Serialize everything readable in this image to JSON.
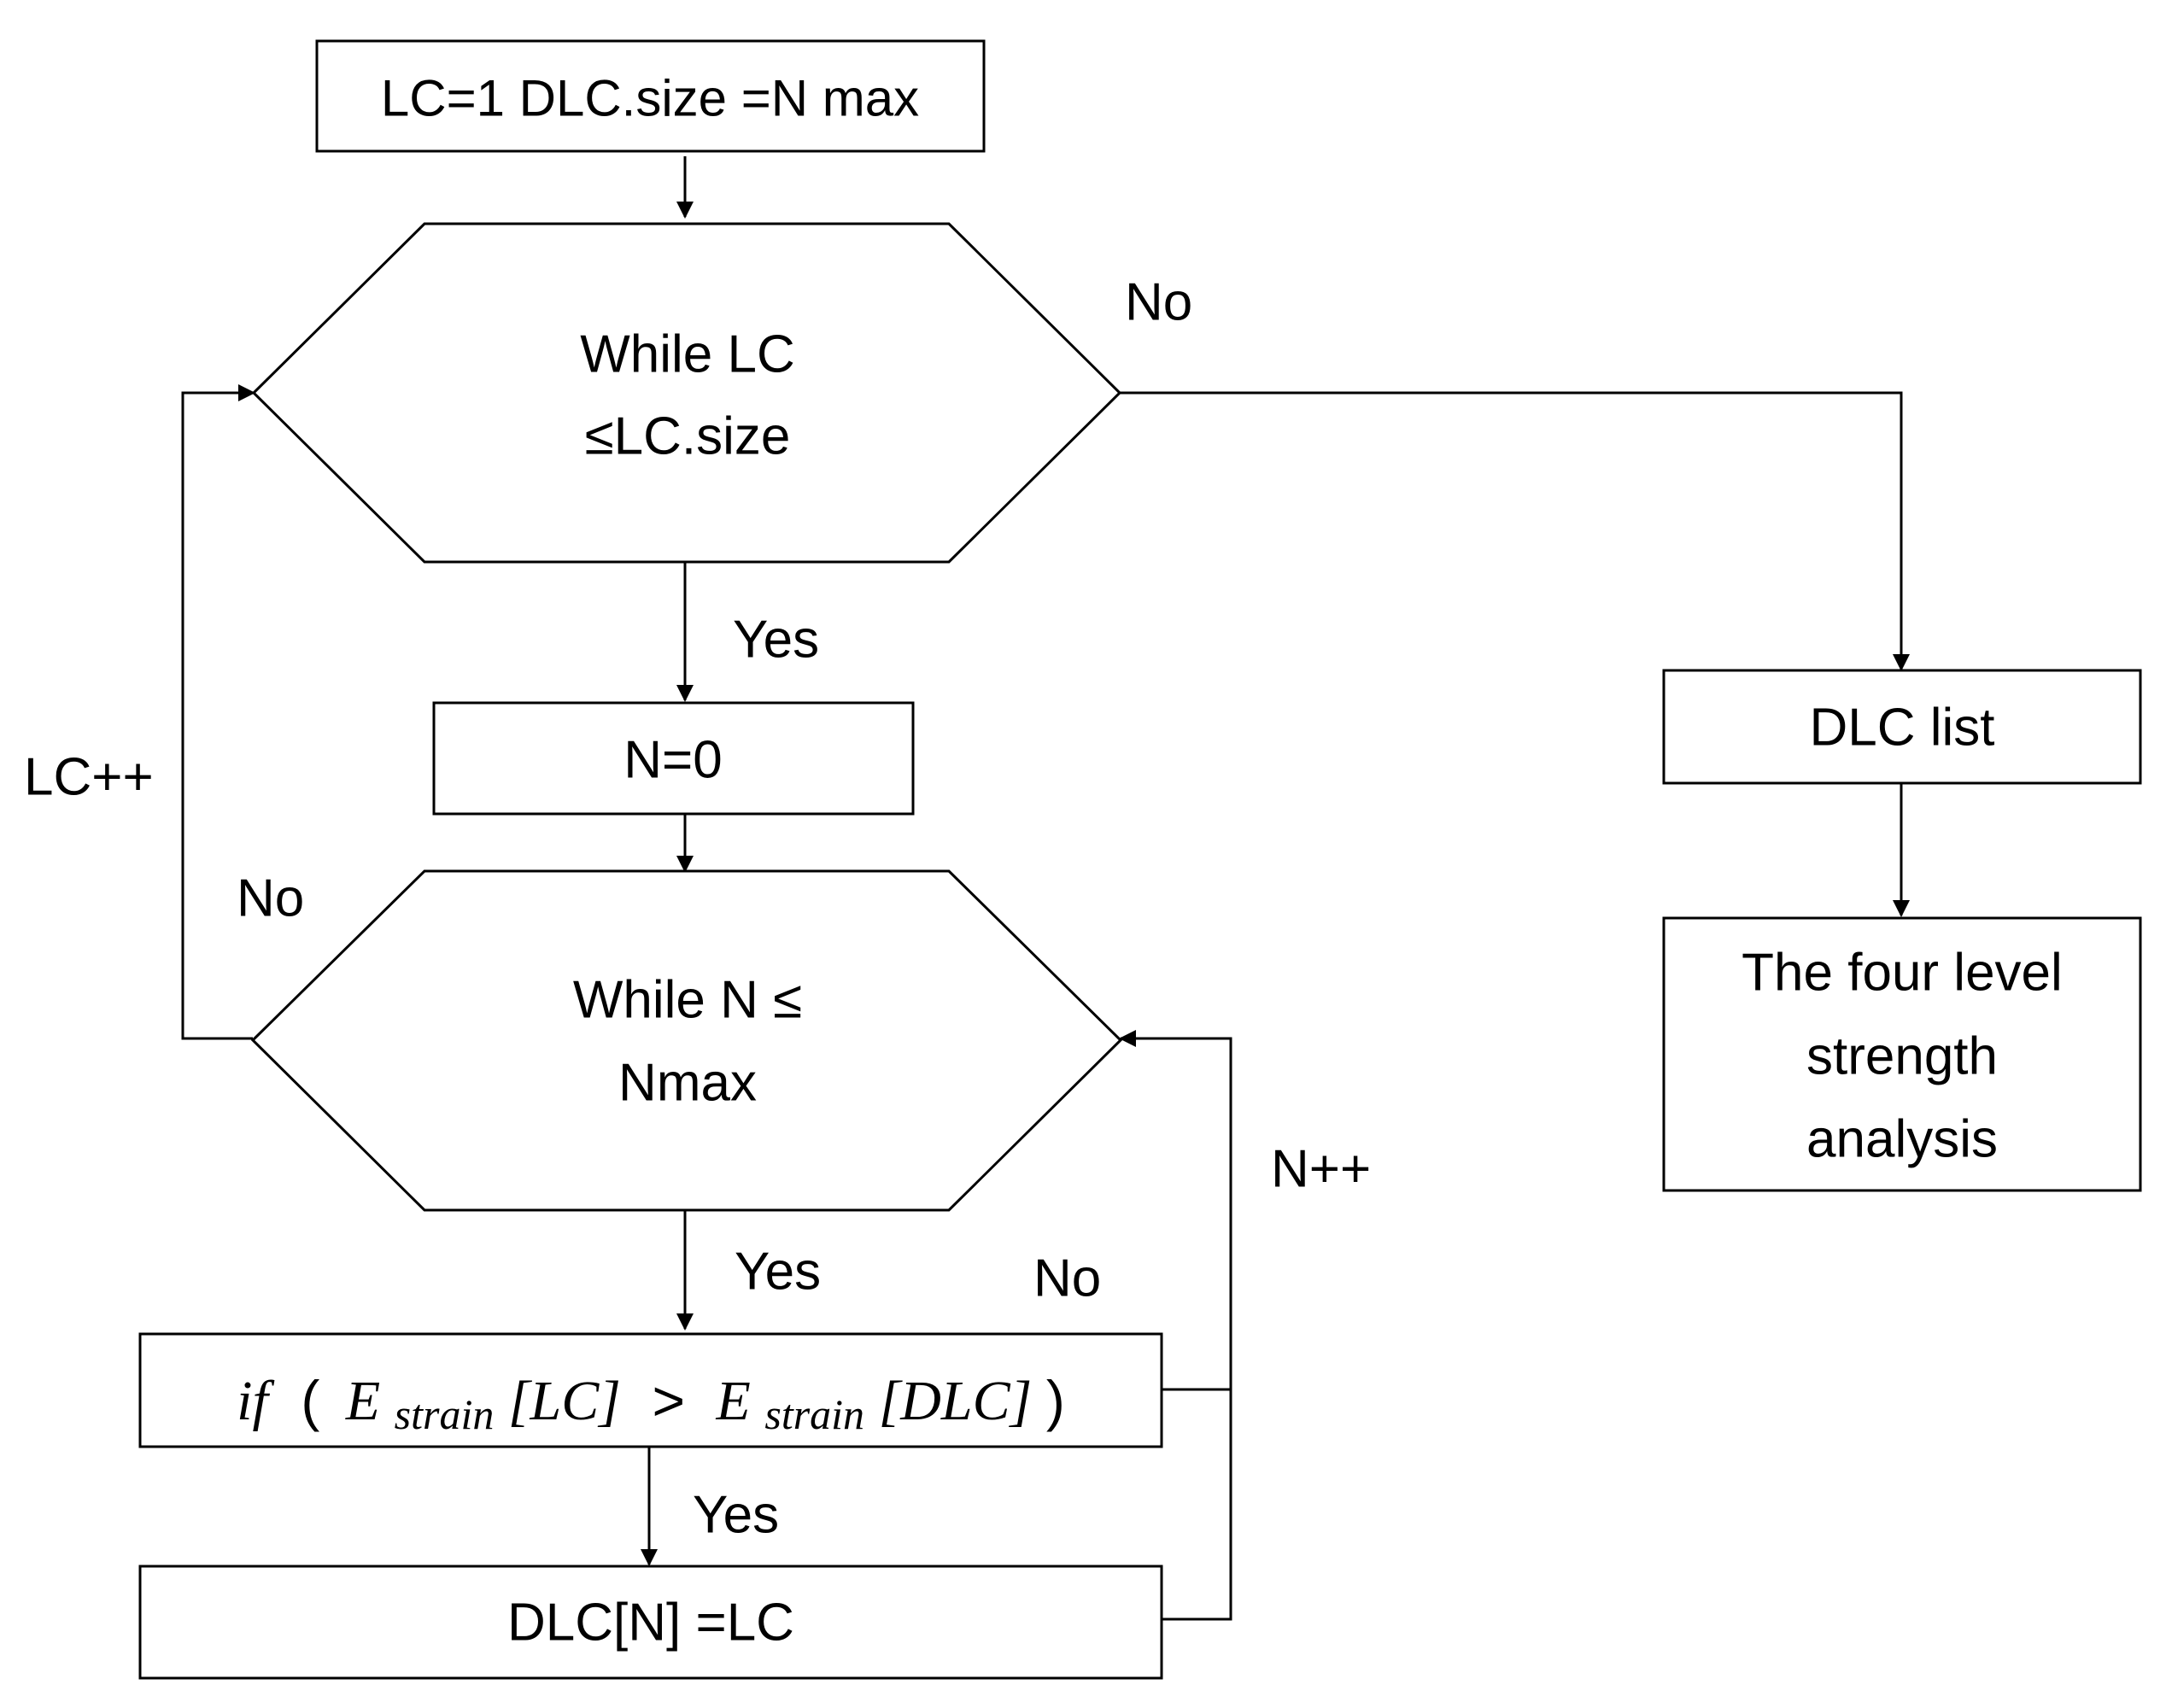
{
  "nodes": {
    "init": "LC=1 DLC.size =N max",
    "while_lc": [
      "While LC",
      "≤LC.size"
    ],
    "n_zero": "N=0",
    "while_n": [
      "While N ≤",
      "Nmax"
    ],
    "if_cond": {
      "prefix": "if",
      "open": "(",
      "var1": "E",
      "sub1": "strain",
      "idx1": "[LC]",
      "op": ">",
      "var2": "E",
      "sub2": "strain",
      "idx2": "[DLC]",
      "close": ")"
    },
    "assign": "DLC[N] =LC",
    "dlc_list": "DLC list",
    "strength": [
      "The four level",
      "strength",
      "analysis"
    ]
  },
  "edge_labels": {
    "lc_no": "No",
    "lc_yes": "Yes",
    "lc_inc": "LC++",
    "n_no": "No",
    "n_yes": "Yes",
    "n_inc": "N++",
    "if_no": "No",
    "if_yes": "Yes"
  },
  "colors": {
    "stroke": "#000000",
    "fill": "#ffffff",
    "text": "#000000"
  }
}
